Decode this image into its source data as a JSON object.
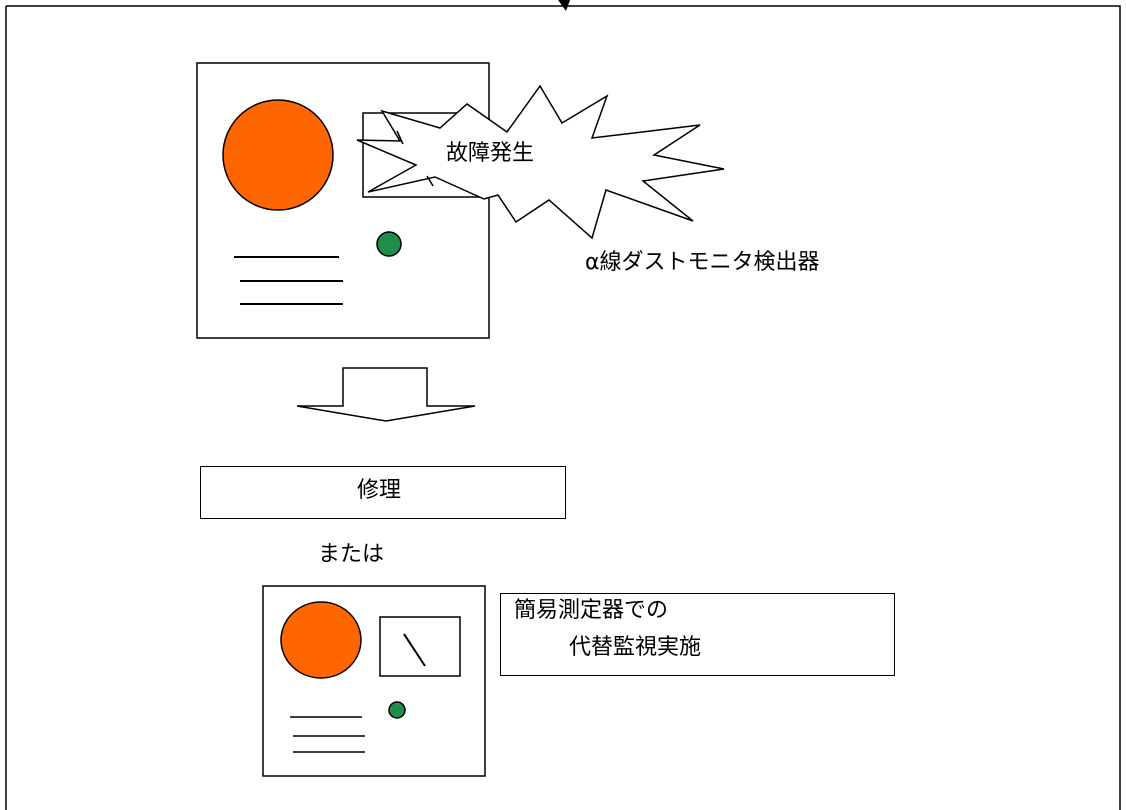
{
  "labels": {
    "failure": "故障発生",
    "detector": "α線ダストモニタ検出器",
    "repair": "修理",
    "or": "または",
    "alt_line1": "簡易測定器での",
    "alt_line2": "代替監視実施"
  },
  "colors": {
    "orange": "#ff6600",
    "green": "#1e8f4a",
    "stroke": "#000000"
  }
}
